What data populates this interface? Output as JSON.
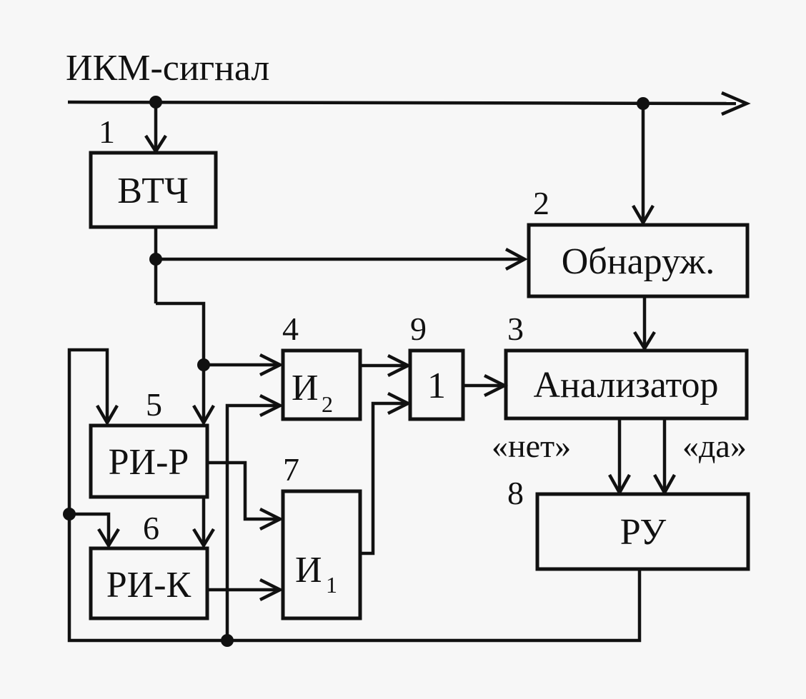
{
  "input_label": "ИКМ-сигнал",
  "blocks": {
    "vtch": {
      "num": "1",
      "label": "ВТЧ"
    },
    "detect": {
      "num": "2",
      "label": "Обнаруж."
    },
    "analyzer": {
      "num": "3",
      "label": "Анализатор"
    },
    "and2": {
      "num": "4",
      "label": "И",
      "sub": "2"
    },
    "rir": {
      "num": "5",
      "label": "РИ-Р"
    },
    "rik": {
      "num": "6",
      "label": "РИ-К"
    },
    "and1": {
      "num": "7",
      "label": "И",
      "sub": "1"
    },
    "ru": {
      "num": "8",
      "label": "РУ"
    },
    "or": {
      "num": "9",
      "label": "1"
    }
  },
  "edges": {
    "no": "«нет»",
    "yes": "«да»"
  }
}
